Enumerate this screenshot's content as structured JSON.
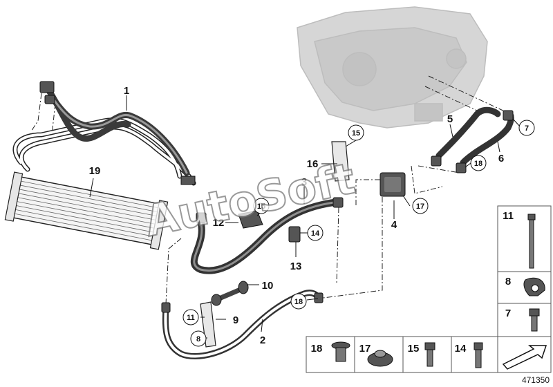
{
  "diagram": {
    "watermark": "AutoSoft",
    "document_number": "471350",
    "callouts": [
      "1",
      "2",
      "3",
      "4",
      "5",
      "6",
      "7",
      "8",
      "9",
      "10",
      "11",
      "12",
      "13",
      "14",
      "15",
      "16",
      "17",
      "18",
      "19"
    ],
    "legend": [
      {
        "id": "11"
      },
      {
        "id": "8"
      },
      {
        "id": "7"
      },
      {
        "id": "18"
      },
      {
        "id": "17"
      },
      {
        "id": "15"
      },
      {
        "id": "14"
      }
    ],
    "colors": {
      "line": "#1a1a1a",
      "gearbox": "#cfcfcf",
      "hose": "#3a3a3a"
    }
  }
}
